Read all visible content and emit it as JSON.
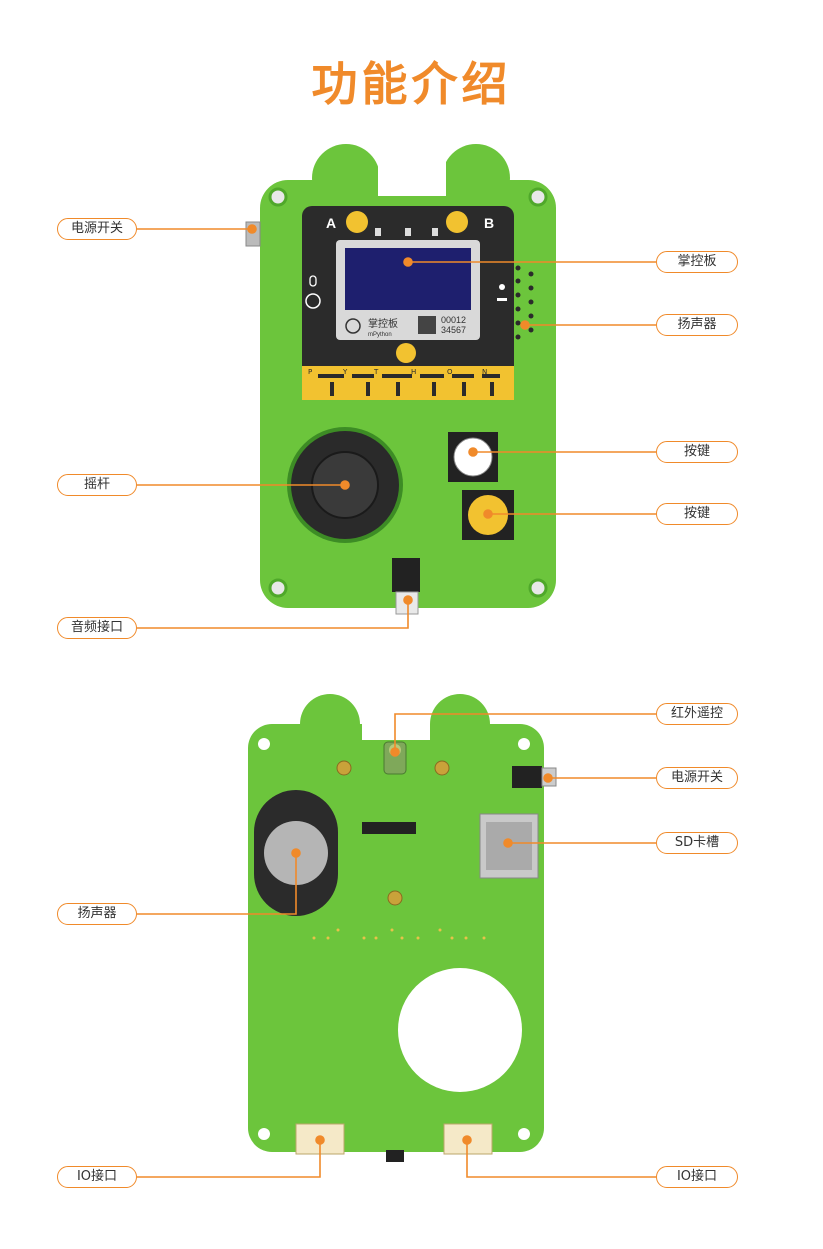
{
  "title": "功能介绍",
  "board_top": {
    "screen_text": {
      "brand": "掌控板",
      "brand_en": "mPython",
      "code1": "00012",
      "code2": "34567"
    },
    "button_a": "A",
    "button_b": "B",
    "python_letters": [
      "P",
      "Y",
      "T",
      "H",
      "O",
      "N"
    ],
    "labels": {
      "power_switch": "电源开关",
      "controller": "掌控板",
      "speaker": "扬声器",
      "button1": "按键",
      "button2": "按键",
      "joystick": "摇杆",
      "audio_port": "音频接口"
    }
  },
  "board_bottom": {
    "labels": {
      "infrared": "红外遥控",
      "power_switch": "电源开关",
      "sd_slot": "SD卡槽",
      "speaker": "扬声器",
      "io_left": "IO接口",
      "io_right": "IO接口"
    }
  },
  "colors": {
    "accent": "#f08a2a",
    "board": "#6cc53c",
    "board_edge": "#4fa82a"
  }
}
